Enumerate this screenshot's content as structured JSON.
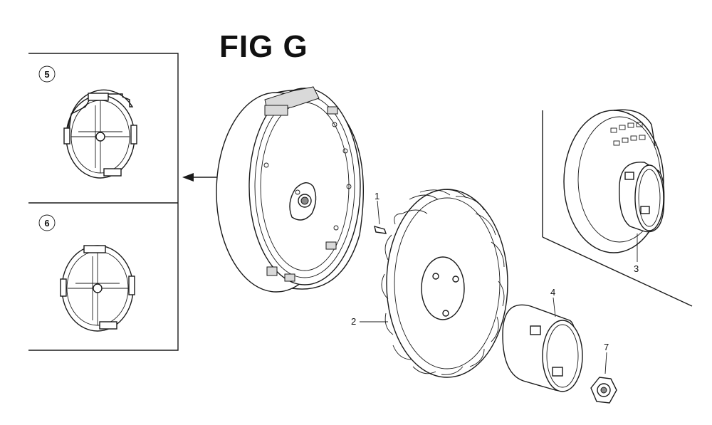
{
  "figure": {
    "title": "FIG G"
  },
  "inset_panels": [
    {
      "number": "5"
    },
    {
      "number": "6"
    }
  ],
  "callouts": [
    {
      "label": "1"
    },
    {
      "label": "2"
    },
    {
      "label": "3"
    },
    {
      "label": "4"
    },
    {
      "label": "7"
    }
  ]
}
